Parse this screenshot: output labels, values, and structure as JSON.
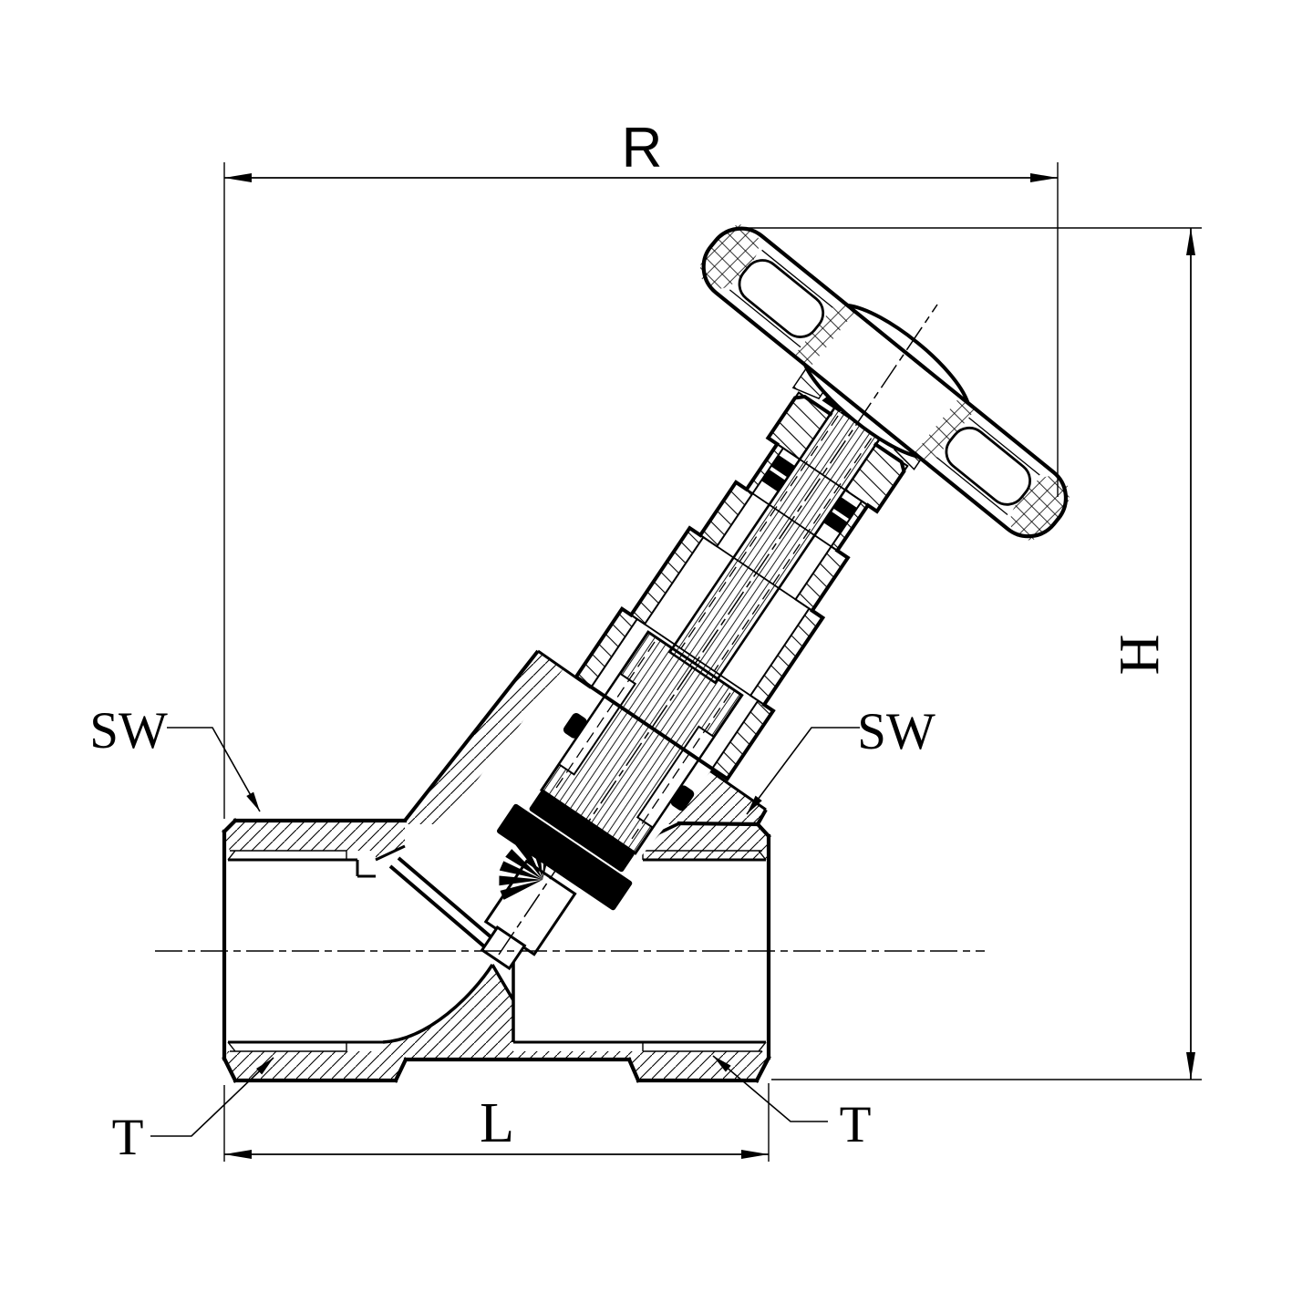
{
  "drawing": {
    "kind": "sectional technical drawing of an angle-seat (slanted seat) valve",
    "colors": {
      "line": "#000000",
      "background": "#ffffff"
    }
  },
  "labels": {
    "dim_top": "R",
    "dim_height": "H",
    "dim_length": "L",
    "wrench_left": "SW",
    "wrench_right": "SW",
    "thread_left": "T",
    "thread_right": "T"
  }
}
